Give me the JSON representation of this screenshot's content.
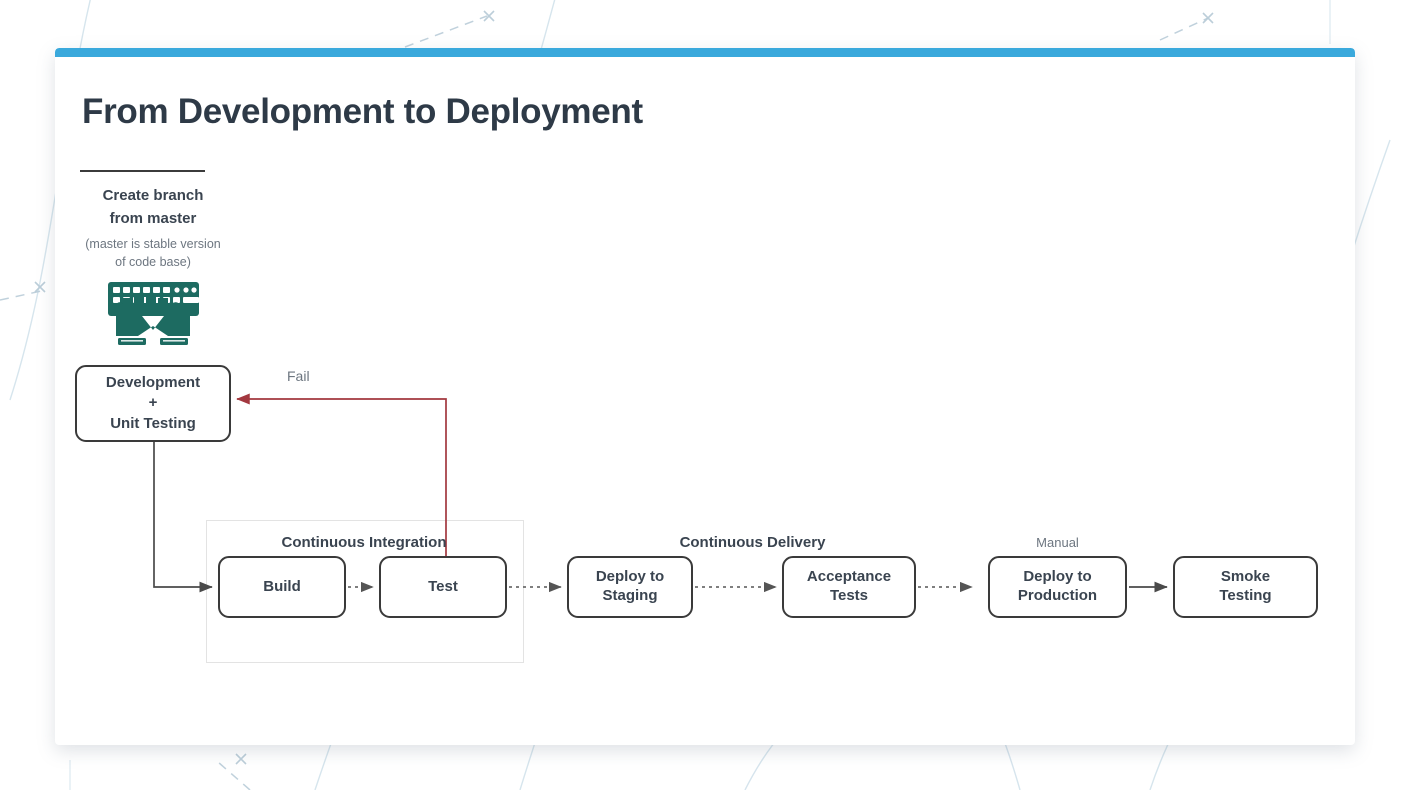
{
  "card": {
    "accent_color": "#3aa9dc",
    "title": "From Development to Deployment"
  },
  "branch": {
    "label": "Create branch\nfrom master",
    "label_line1": "Create branch",
    "label_line2": "from master",
    "sub_line1": "(master is stable version",
    "sub_line2": "of code base)",
    "icon": "keyboard-hands-icon",
    "icon_color": "#1d6b61"
  },
  "nodes": [
    {
      "id": "development",
      "label_line1": "Development",
      "label_line2": "+",
      "label_line3": "Unit Testing"
    },
    {
      "id": "build",
      "label": "Build"
    },
    {
      "id": "test",
      "label": "Test"
    },
    {
      "id": "deploy-staging",
      "label_line1": "Deploy to",
      "label_line2": "Staging"
    },
    {
      "id": "acceptance-tests",
      "label_line1": "Acceptance",
      "label_line2": "Tests"
    },
    {
      "id": "deploy-production",
      "label_line1": "Deploy to",
      "label_line2": "Production"
    },
    {
      "id": "smoke-testing",
      "label_line1": "Smoke",
      "label_line2": "Testing"
    }
  ],
  "groups": {
    "continuous_integration": "Continuous Integration",
    "continuous_delivery": "Continuous Delivery",
    "manual": "Manual"
  },
  "edges": {
    "fail_label": "Fail",
    "fail_color": "#a3383f"
  },
  "chart_data": {
    "type": "diagram",
    "title": "From Development to Deployment",
    "nodes": [
      "Development + Unit Testing",
      "Build",
      "Test",
      "Deploy to Staging",
      "Acceptance Tests",
      "Deploy to Production",
      "Smoke Testing"
    ],
    "groups": [
      {
        "name": "Continuous Integration",
        "members": [
          "Build",
          "Test"
        ]
      },
      {
        "name": "Continuous Delivery",
        "members": [
          "Deploy to Staging",
          "Acceptance Tests"
        ]
      },
      {
        "name": "Manual",
        "members": [
          "Deploy to Production"
        ]
      }
    ],
    "edges": [
      {
        "from": "Development + Unit Testing",
        "to": "Build",
        "style": "solid",
        "label": ""
      },
      {
        "from": "Build",
        "to": "Test",
        "style": "dotted",
        "label": ""
      },
      {
        "from": "Test",
        "to": "Deploy to Staging",
        "style": "dotted",
        "label": ""
      },
      {
        "from": "Deploy to Staging",
        "to": "Acceptance Tests",
        "style": "dotted",
        "label": ""
      },
      {
        "from": "Acceptance Tests",
        "to": "Deploy to Production",
        "style": "dotted",
        "label": ""
      },
      {
        "from": "Deploy to Production",
        "to": "Smoke Testing",
        "style": "solid",
        "label": ""
      },
      {
        "from": "Test",
        "to": "Development + Unit Testing",
        "style": "solid",
        "label": "Fail",
        "color": "#a3383f"
      }
    ]
  }
}
